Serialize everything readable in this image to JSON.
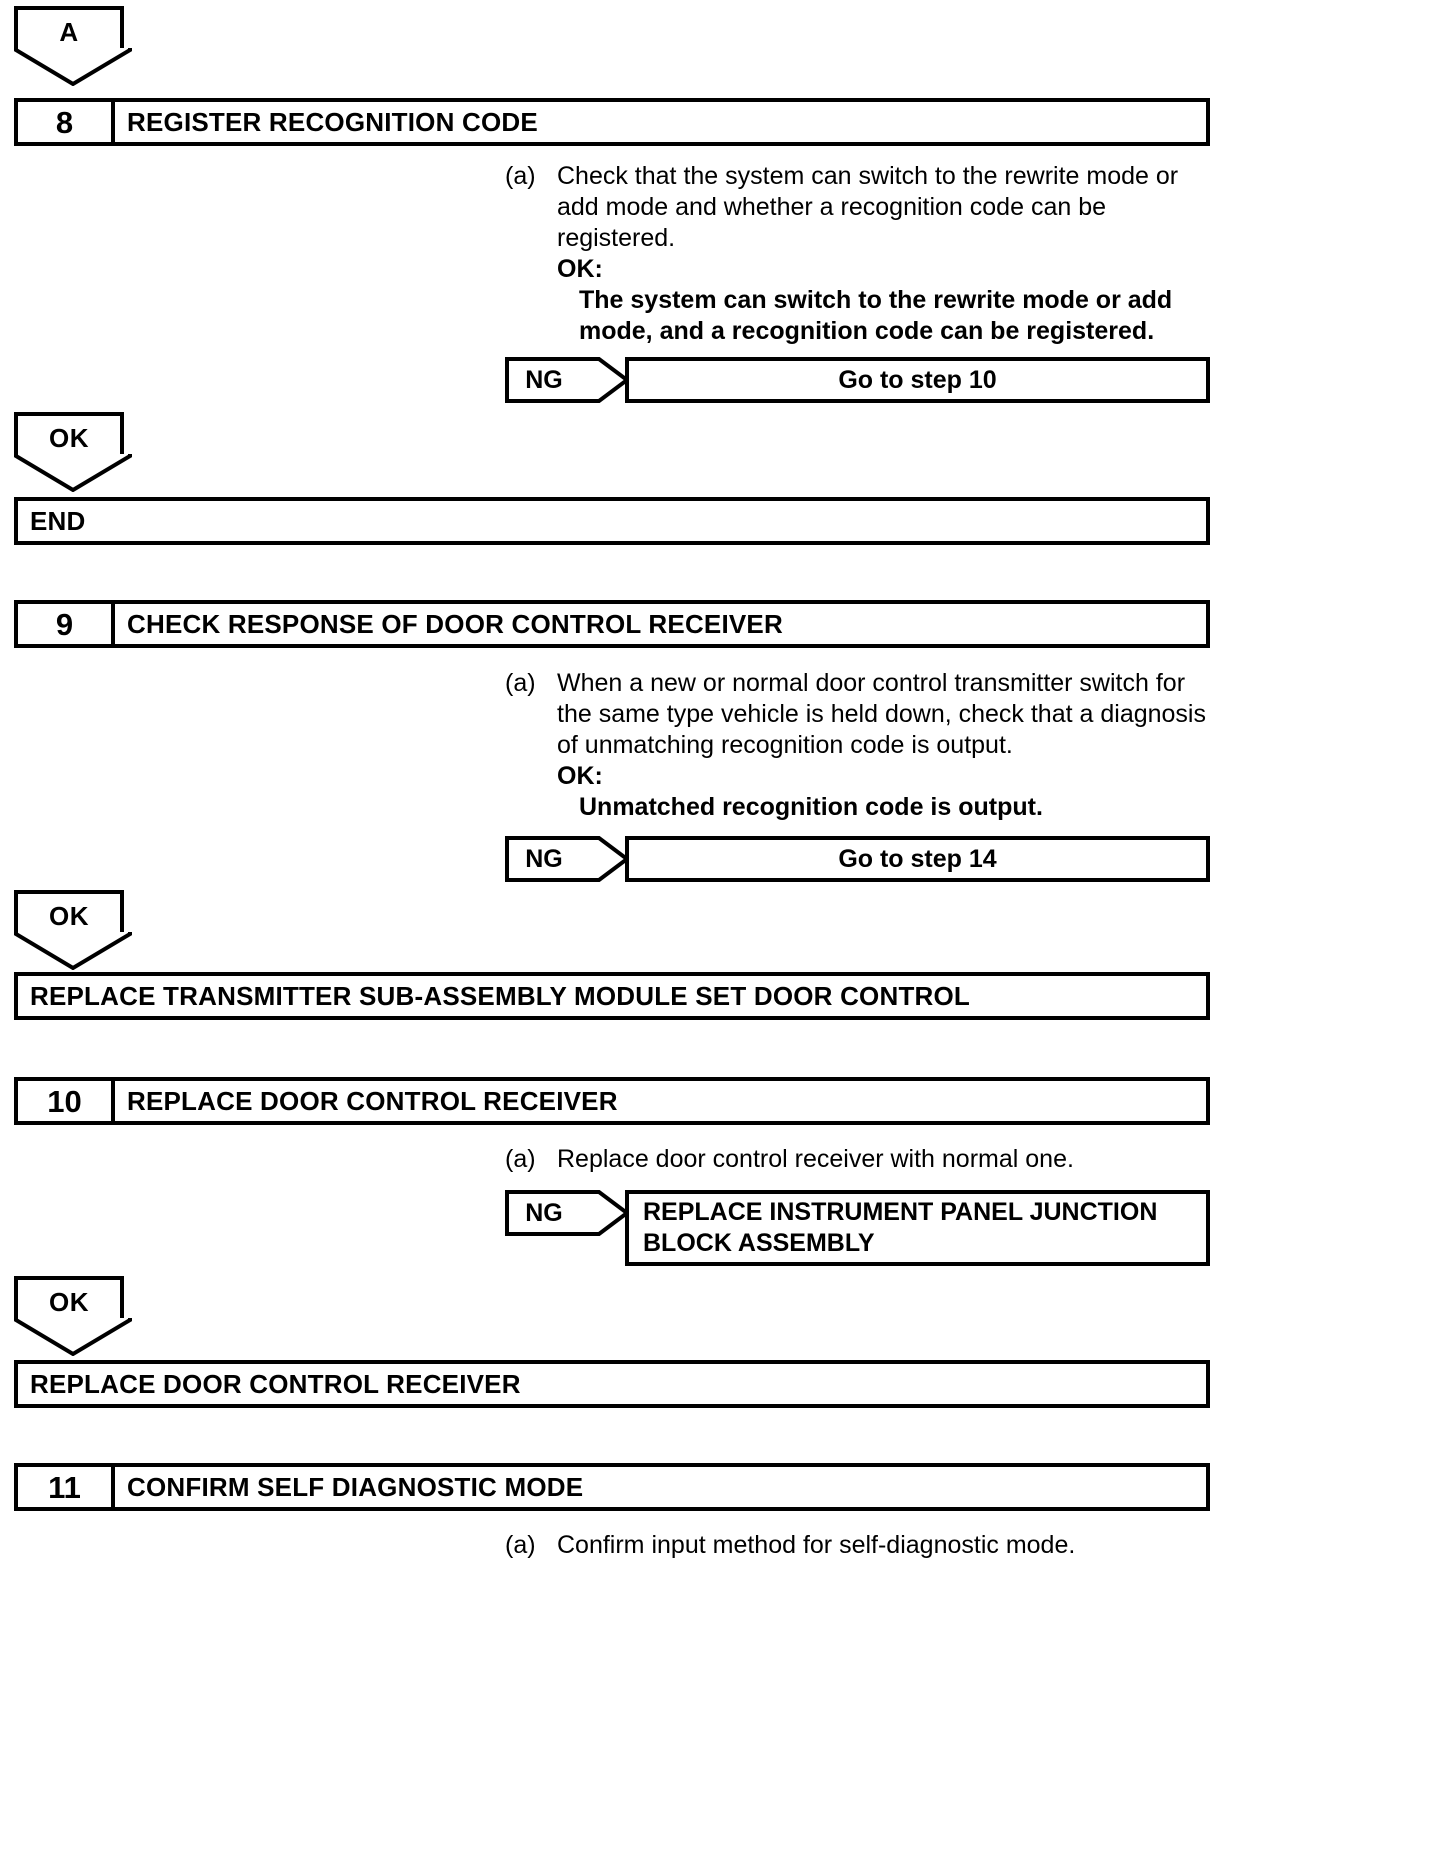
{
  "document": {
    "type": "troubleshooting-flowchart",
    "title": "Door Control Receiver Diagnostic Flow"
  },
  "connectors": {
    "a": "A",
    "ok": "OK",
    "ng": "NG"
  },
  "steps": [
    {
      "number": "8",
      "title": "REGISTER RECOGNITION CODE",
      "item_marker": "(a)",
      "item_text": "Check that the system can switch to the rewrite mode or add mode and whether a recognition code can be registered.",
      "ok_label": "OK:",
      "ok_result": "The system can switch to the rewrite mode or add mode, and a recognition code can be registered.",
      "ng_label": "NG",
      "ng_action": "Go to step 10",
      "ok_branch_label": "OK",
      "ok_branch_result": "END"
    },
    {
      "number": "9",
      "title": "CHECK RESPONSE OF DOOR CONTROL RECEIVER",
      "item_marker": "(a)",
      "item_text": "When a new or normal door control transmitter switch for the same type vehicle is held down, check that a diagnosis of unmatching recognition code is output.",
      "ok_label": "OK:",
      "ok_result": "Unmatched recognition code is output.",
      "ng_label": "NG",
      "ng_action": "Go to step 14",
      "ok_branch_label": "OK",
      "ok_branch_result": "REPLACE TRANSMITTER SUB-ASSEMBLY MODULE SET DOOR CONTROL"
    },
    {
      "number": "10",
      "title": "REPLACE DOOR CONTROL RECEIVER",
      "item_marker": "(a)",
      "item_text": "Replace door control receiver with normal one.",
      "ng_label": "NG",
      "ng_action_line1": "REPLACE INSTRUMENT PANEL JUNCTION",
      "ng_action_line2": "BLOCK ASSEMBLY",
      "ok_branch_label": "OK",
      "ok_branch_result": "REPLACE DOOR CONTROL RECEIVER"
    },
    {
      "number": "11",
      "title": "CONFIRM SELF DIAGNOSTIC MODE",
      "item_marker": "(a)",
      "item_text": "Confirm input method for self-diagnostic mode."
    }
  ]
}
